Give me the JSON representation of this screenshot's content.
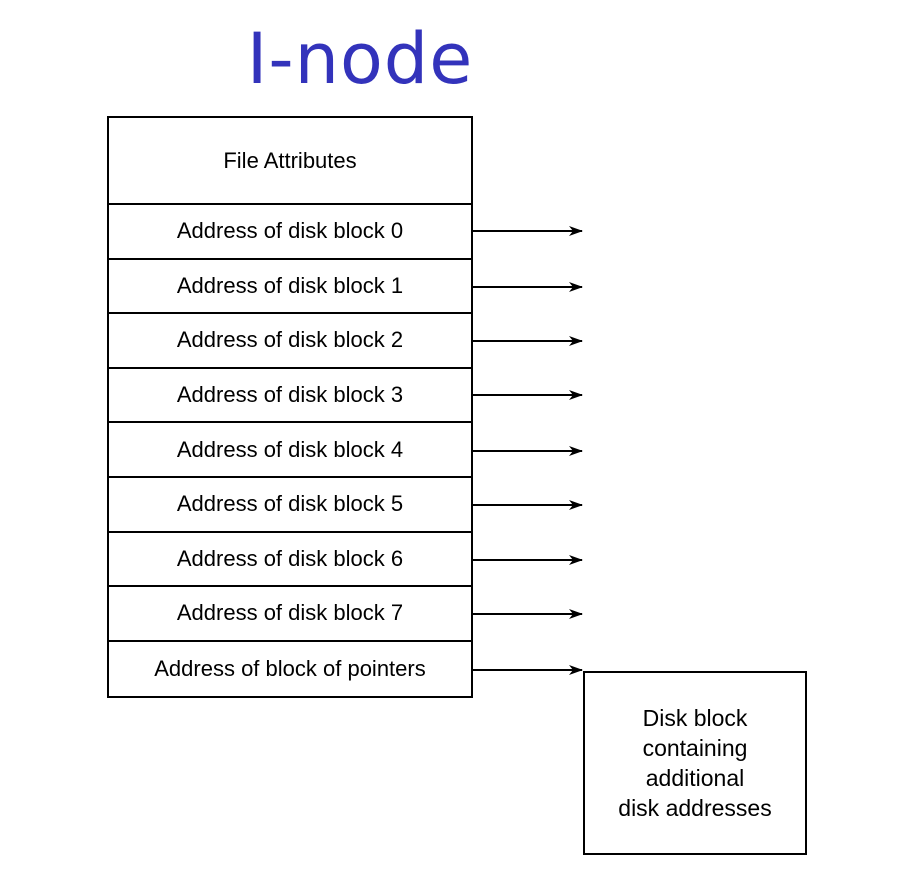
{
  "title": "I-node",
  "inode": {
    "attributes_label": "File Attributes",
    "rows": [
      "Address of disk block 0",
      "Address of disk block 1",
      "Address of disk block 2",
      "Address of disk block 3",
      "Address of disk block 4",
      "Address of disk block 5",
      "Address of disk block 6",
      "Address of disk block 7",
      "Address of block of pointers"
    ]
  },
  "pointer_block": {
    "lines": [
      "Disk block",
      "containing",
      "additional",
      "disk addresses"
    ]
  }
}
